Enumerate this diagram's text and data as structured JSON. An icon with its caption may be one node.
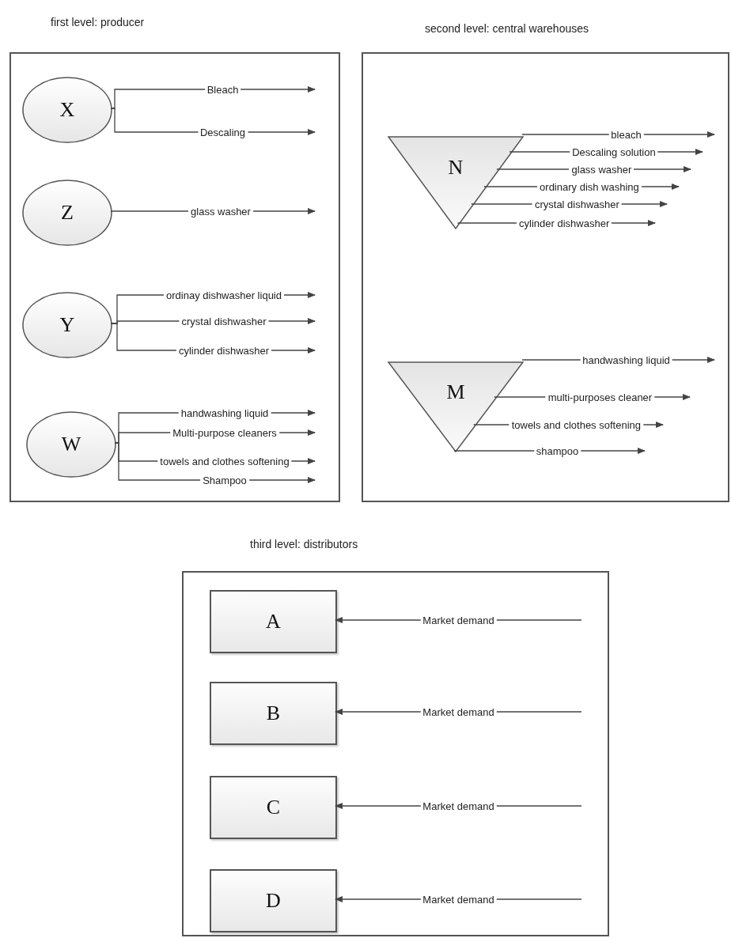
{
  "diagram": {
    "nodes": [
      {
        "text": [
          "first level: producer"
        ]
      },
      {
        "text": [
          "X"
        ],
        "in": 0
      },
      {
        "text": [
          "Z"
        ],
        "in": 0
      },
      {
        "text": [
          "Y"
        ],
        "in": 0
      },
      {
        "text": [
          "W"
        ],
        "in": 0
      },
      {
        "text": [
          "second level: central warehouses"
        ]
      },
      {
        "text": [
          "N"
        ],
        "in": 5
      },
      {
        "text": [
          "M"
        ],
        "in": 5
      },
      {
        "text": [
          "third level: distributors"
        ]
      },
      {
        "text": [
          "A"
        ],
        "in": 8
      },
      {
        "text": [
          "B"
        ],
        "in": 8
      },
      {
        "text": [
          "C"
        ],
        "in": 8
      },
      {
        "text": [
          "D"
        ],
        "in": 8
      }
    ],
    "edges": [
      {
        "from": 1,
        "to": null,
        "arrow": "to",
        "label": "Bleach"
      },
      {
        "from": 1,
        "to": null,
        "arrow": "to",
        "label": "Descaling"
      },
      {
        "from": 2,
        "to": null,
        "arrow": "to",
        "label": "glass washer"
      },
      {
        "from": 3,
        "to": null,
        "arrow": "to",
        "label": "ordinay dishwasher liquid"
      },
      {
        "from": 3,
        "to": null,
        "arrow": "to",
        "label": "crystal dishwasher"
      },
      {
        "from": 3,
        "to": null,
        "arrow": "to",
        "label": "cylinder dishwasher"
      },
      {
        "from": 4,
        "to": null,
        "arrow": "to",
        "label": "handwashing liquid"
      },
      {
        "from": 4,
        "to": null,
        "arrow": "to",
        "label": "Multi-purpose cleaners"
      },
      {
        "from": 4,
        "to": null,
        "arrow": "to",
        "label": "towels and clothes softening"
      },
      {
        "from": 4,
        "to": null,
        "arrow": "to",
        "label": "Shampoo"
      },
      {
        "from": 6,
        "to": null,
        "arrow": "to",
        "label": "bleach"
      },
      {
        "from": 6,
        "to": null,
        "arrow": "to",
        "label": "Descaling solution"
      },
      {
        "from": 6,
        "to": null,
        "arrow": "to",
        "label": "glass washer"
      },
      {
        "from": 6,
        "to": null,
        "arrow": "to",
        "label": "ordinary dish washing"
      },
      {
        "from": 6,
        "to": null,
        "arrow": "to",
        "label": "crystal dishwasher"
      },
      {
        "from": 6,
        "to": null,
        "arrow": "to",
        "label": "cylinder dishwasher"
      },
      {
        "from": 7,
        "to": null,
        "arrow": "to",
        "label": "handwashing liquid"
      },
      {
        "from": 7,
        "to": null,
        "arrow": "to",
        "label": "multi-purposes cleaner"
      },
      {
        "from": 7,
        "to": null,
        "arrow": "to",
        "label": "towels and clothes softening"
      },
      {
        "from": 7,
        "to": null,
        "arrow": "to",
        "label": "shampoo"
      },
      {
        "from": null,
        "to": 9,
        "arrow": "to",
        "label": "Market demand"
      },
      {
        "from": null,
        "to": 10,
        "arrow": "to",
        "label": "Market demand"
      },
      {
        "from": null,
        "to": 11,
        "arrow": "to",
        "label": "Market demand"
      },
      {
        "from": null,
        "to": 12,
        "arrow": "to",
        "label": "Market demand"
      }
    ]
  }
}
